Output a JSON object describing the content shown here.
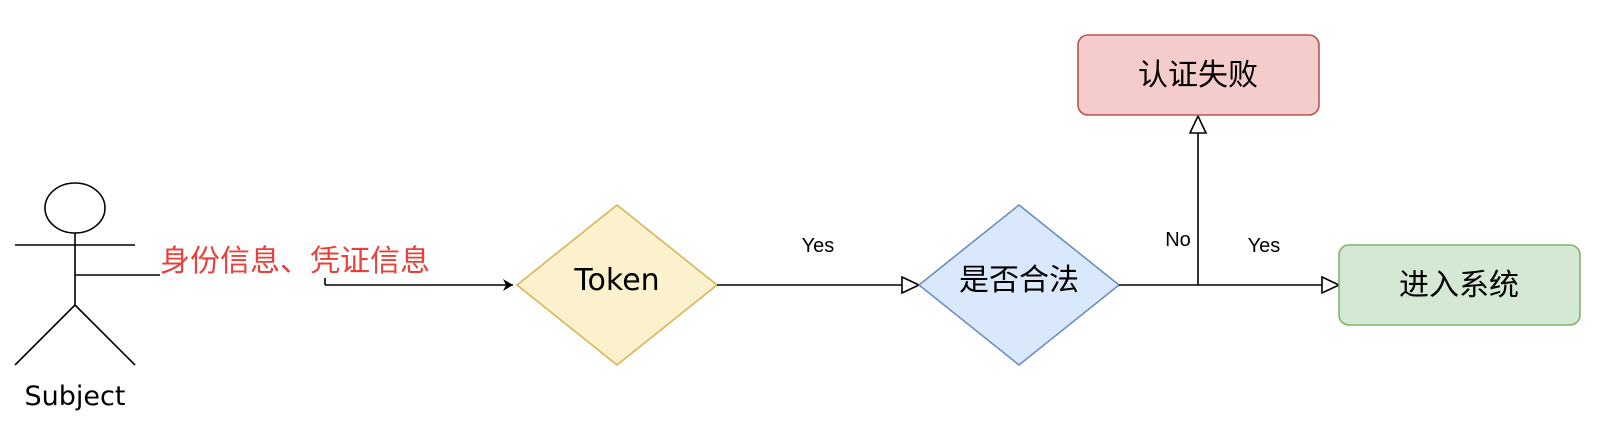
{
  "actor": {
    "label": "Subject"
  },
  "input_edge": {
    "label": "身份信息、凭证信息",
    "color": "#e8403a"
  },
  "nodes": {
    "token": {
      "label": "Token",
      "fill": "#fbf1cc",
      "stroke": "#d6b656"
    },
    "decision": {
      "label": "是否合法",
      "fill": "#dae8fc",
      "stroke": "#6c8ebf"
    },
    "fail": {
      "label": "认证失败",
      "fill": "#f3cccb",
      "stroke": "#b85450"
    },
    "success": {
      "label": "进入系统",
      "fill": "#d5e8d4",
      "stroke": "#82b366"
    }
  },
  "edges": {
    "token_to_decision": {
      "label": "Yes"
    },
    "decision_to_fail": {
      "label": "No"
    },
    "decision_to_success": {
      "label": "Yes"
    }
  }
}
